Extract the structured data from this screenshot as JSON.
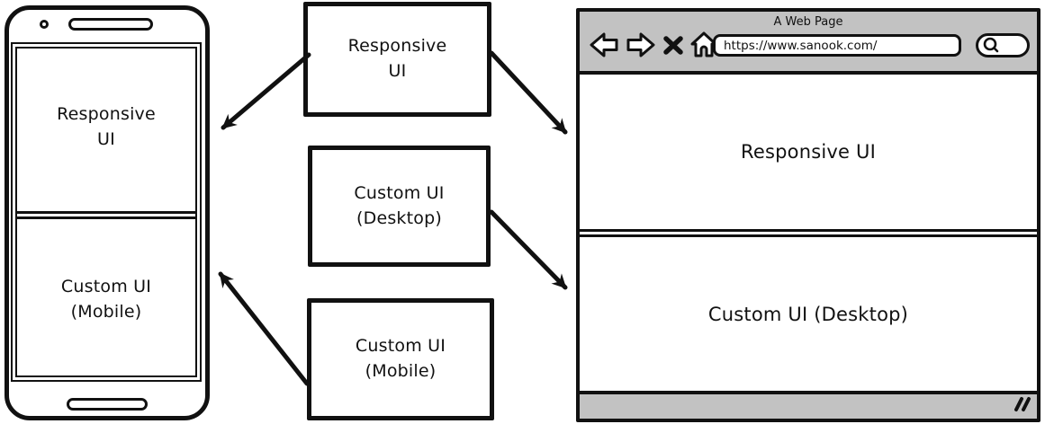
{
  "colors": {
    "ink": "#111111",
    "chrome_gray": "#c2c2c2",
    "background": "#ffffff"
  },
  "phone": {
    "screen_sections": [
      {
        "label": "Responsive\nUI"
      },
      {
        "label": "Custom UI\n(Mobile)"
      }
    ]
  },
  "flow_boxes": [
    {
      "label": "Responsive\nUI"
    },
    {
      "label": "Custom UI\n(Desktop)"
    },
    {
      "label": "Custom UI\n(Mobile)"
    }
  ],
  "browser": {
    "title": "A Web Page",
    "url": "https://www.sanook.com/",
    "nav_icons": [
      "back-icon",
      "forward-icon",
      "close-icon",
      "home-icon",
      "search-icon"
    ],
    "sections": [
      {
        "label": "Responsive UI"
      },
      {
        "label": "Custom UI (Desktop)"
      }
    ]
  }
}
